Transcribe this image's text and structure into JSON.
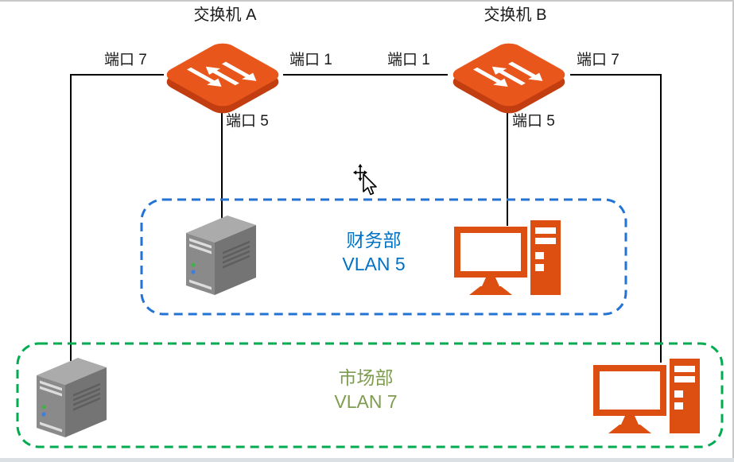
{
  "switches": {
    "a": {
      "name": "交换机 A",
      "port_left": "端口 7",
      "port_right": "端口 1",
      "port_bottom": "端口 5"
    },
    "b": {
      "name": "交换机 B",
      "port_left": "端口 1",
      "port_right": "端口 7",
      "port_bottom": "端口 5"
    }
  },
  "vlans": {
    "finance": {
      "department": "财务部",
      "label": "VLAN 5",
      "border_color": "#2273D6",
      "text_color": "#0072C6"
    },
    "market": {
      "department": "市场部",
      "label": "VLAN 7",
      "border_color": "#00AC50",
      "text_color": "#7E9D51"
    }
  },
  "devices": {
    "finance_server": "server-icon",
    "finance_pc": "desktop-pc-icon",
    "market_server": "server-icon",
    "market_pc": "desktop-pc-icon"
  },
  "cursor": "move-cursor",
  "colors": {
    "switch_orange": "#E9561C",
    "switch_orange_dark": "#C23D10",
    "device_orange": "#DC4F10",
    "server_gray_top": "#ABABAB",
    "server_gray_front": "#8A8A8A",
    "server_gray_side": "#747474",
    "line": "#000000",
    "page_edge": "#C9C9C9"
  }
}
